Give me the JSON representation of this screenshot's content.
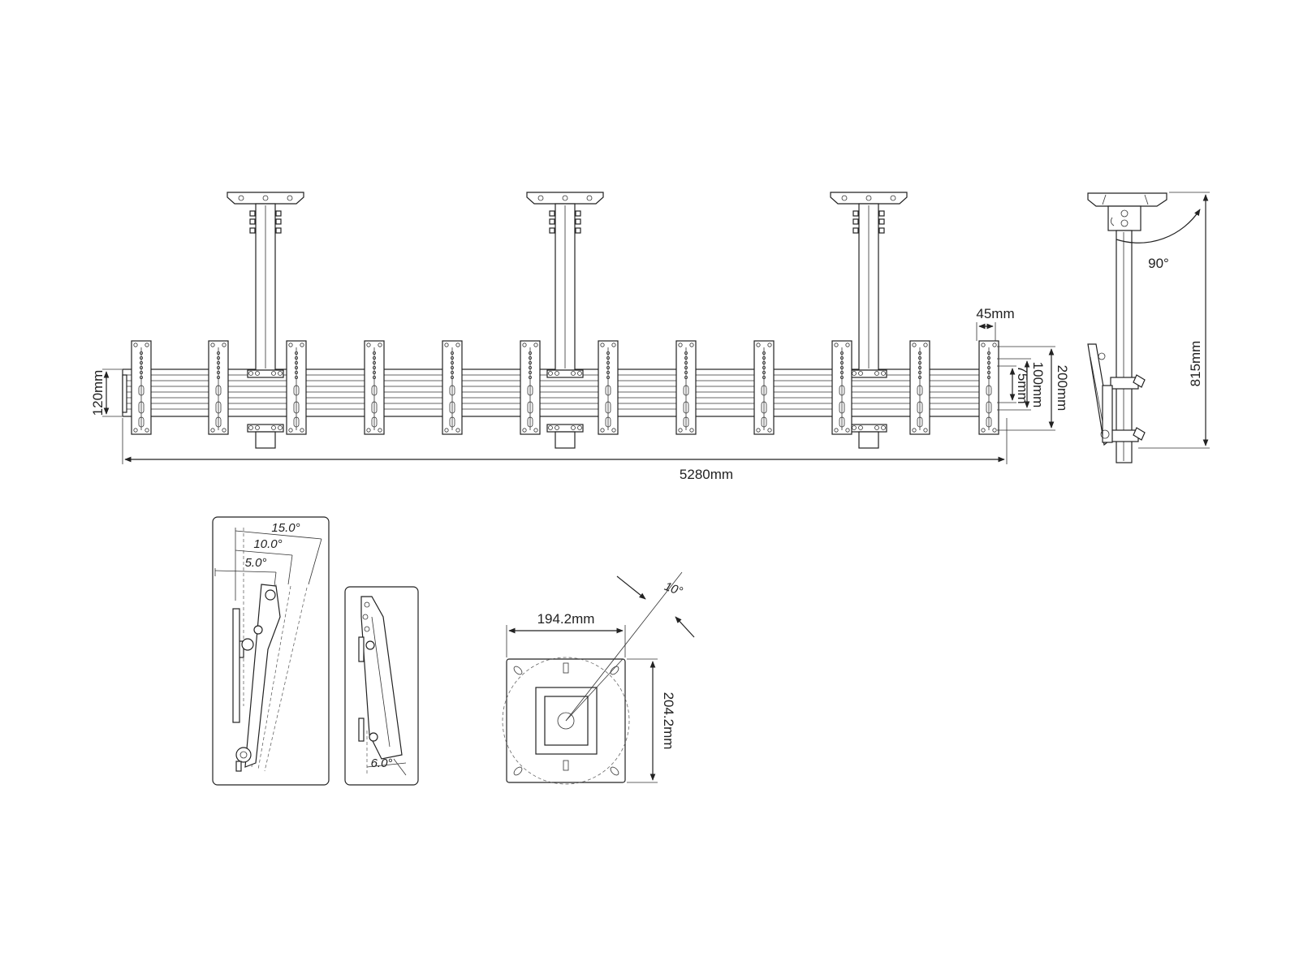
{
  "dimensions": {
    "rail_height": "120mm",
    "total_length": "5280mm",
    "bracket_width": "45mm",
    "height_75": "75mm",
    "height_100": "100mm",
    "height_200": "200mm",
    "overall_height": "815mm",
    "rotation": "90°"
  },
  "tilt_angles": {
    "a15": "15.0°",
    "a10": "10.0°",
    "a5": "5.0°",
    "a6": "6.0°"
  },
  "ceiling_plate": {
    "width": "194.2mm",
    "height": "204.2mm",
    "angle": "10°"
  },
  "colors": {
    "line": "#222222",
    "background": "#ffffff"
  }
}
